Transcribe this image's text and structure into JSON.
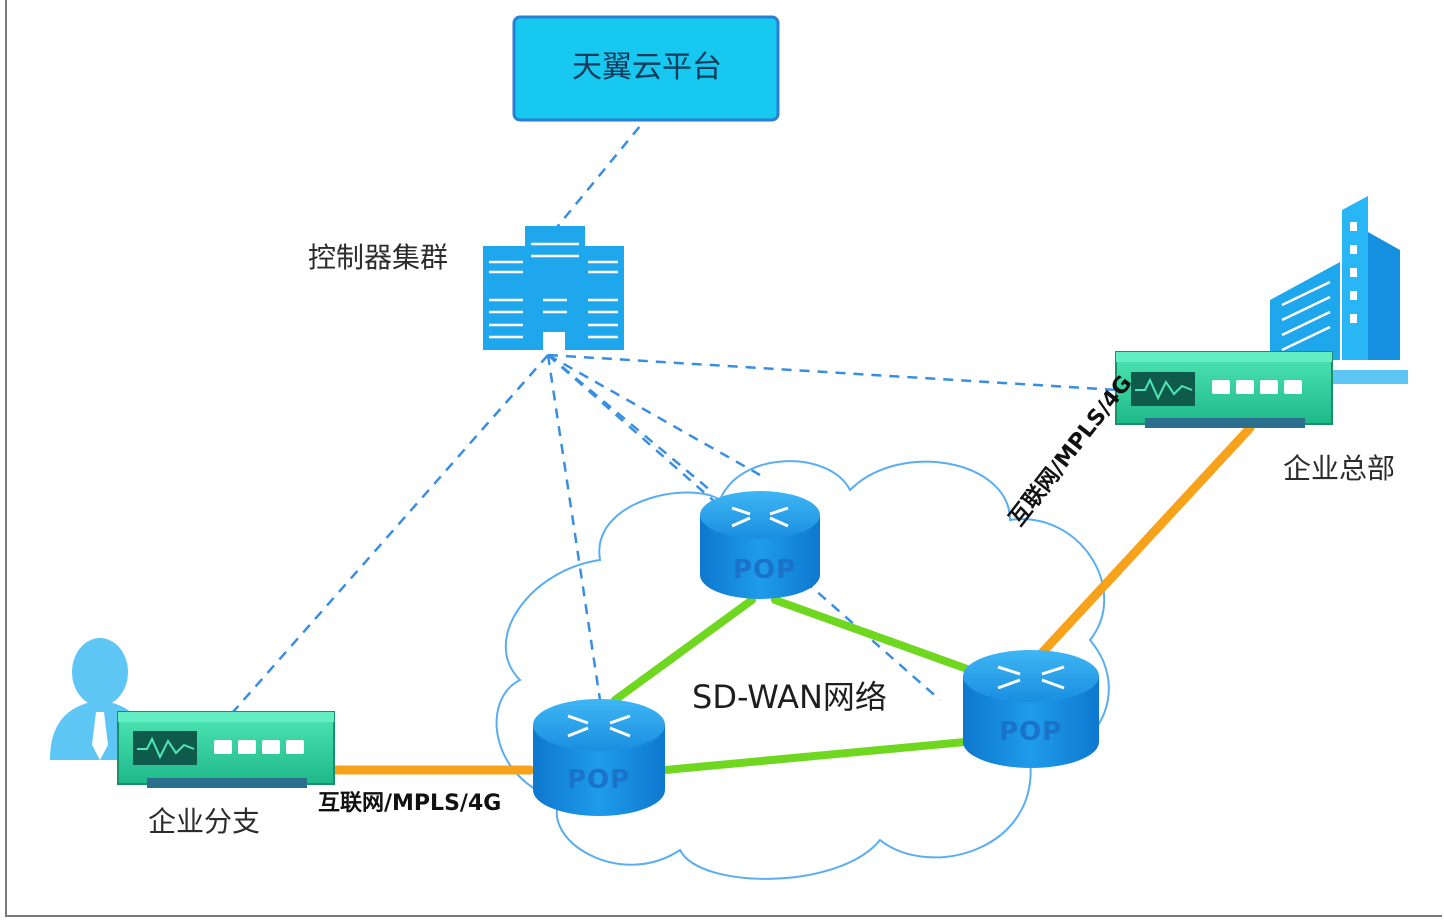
{
  "cloud_platform": {
    "label": "天翼云平台"
  },
  "controller": {
    "label": "控制器集群"
  },
  "headquarters": {
    "label": "企业总部"
  },
  "branch": {
    "label": "企业分支"
  },
  "network": {
    "label": "SD-WAN网络"
  },
  "links": {
    "branch_uplink": "互联网/MPLS/4G",
    "hq_uplink": "互联网/MPLS/4G"
  },
  "pops": {
    "top": "POP",
    "left": "POP",
    "right": "POP"
  },
  "colors": {
    "cloud_box_fill": "#17c8f0",
    "cloud_box_border": "#2a7fd4",
    "controller": "#1fa7ee",
    "dashed_line": "#3a8ee0",
    "cpe_body": "#2fd39f",
    "cpe_panel": "#0f5b4b",
    "uplink": "#f7a21b",
    "mesh_link": "#6fd71f",
    "pop": "#1a8ee0",
    "cloud_outline": "#5aaef0",
    "building": "#1fa7ee"
  }
}
